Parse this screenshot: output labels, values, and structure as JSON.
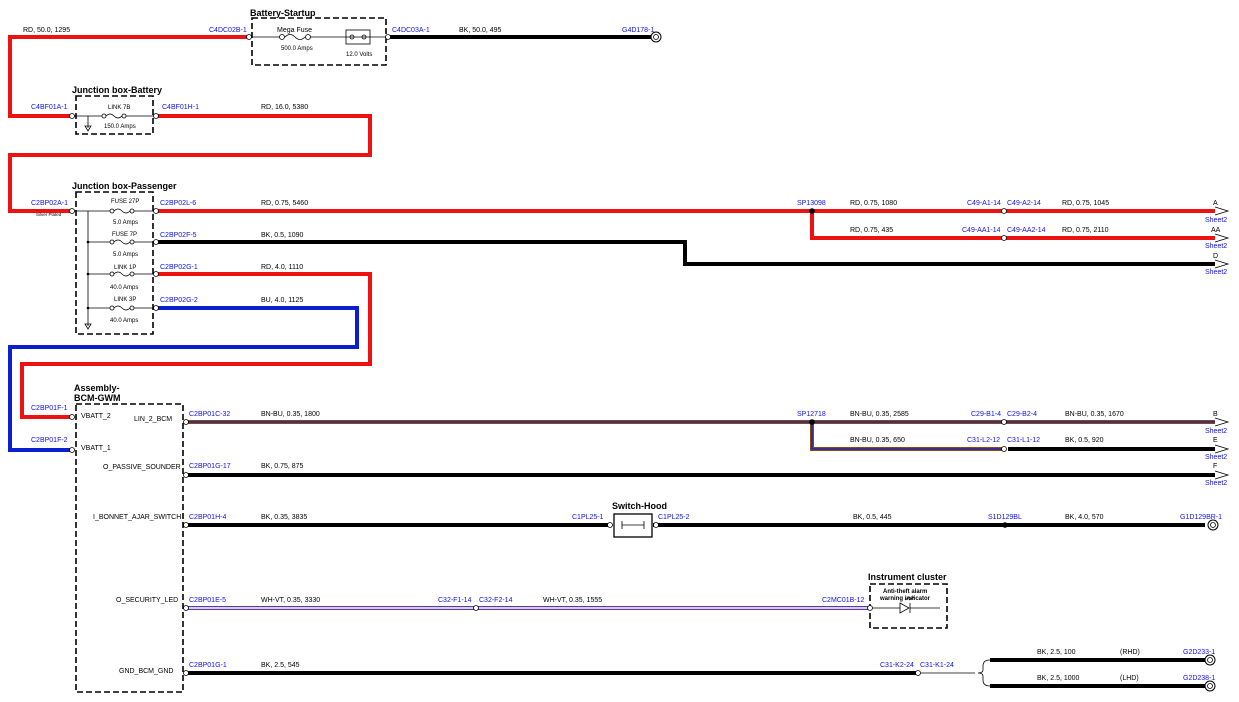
{
  "components": {
    "battery_startup": "Battery-Startup",
    "mega_fuse": "Mega Fuse",
    "mega_fuse_rating": "500.0 Amps",
    "battery_voltage": "12.0 Volts",
    "jb_battery": "Junction box-Battery",
    "link_7b": "LINK 7B",
    "link_7b_rating": "150.0 Amps",
    "jb_passenger": "Junction box-Passenger",
    "fuse_27p": "FUSE 27P",
    "fuse_27p_rating": "5.0 Amps",
    "fuse_7p": "FUSE 7P",
    "fuse_7p_rating": "5.0 Amps",
    "link_1p": "LINK 1P",
    "link_1p_rating": "40.0 Amps",
    "link_3p": "LINK 3P",
    "link_3p_rating": "40.0 Amps",
    "silver_plated": "Silver Plated",
    "bcm_line1": "Assembly-",
    "bcm_line2": "BCM-GWM",
    "switch_hood": "Switch-Hood",
    "instrument_cluster": "Instrument cluster",
    "anti_theft_1": "Anti-theft alarm",
    "anti_theft_2": "warning indicator",
    "sheet": "Sheet2"
  },
  "pins": {
    "vbatt2": "VBATT_2",
    "vbatt1": "VBATT_1",
    "lin2": "LIN_2_BCM",
    "passive": "O_PASSIVE_SOUNDER",
    "bonnet": "I_BONNET_AJAR_SWITCH",
    "security": "O_SECURITY_LED",
    "gnd": "GND_BCM_GND"
  },
  "connectors": {
    "c4dc02b": "C4DC02B-1",
    "c4dc03a": "C4DC03A-1",
    "g4d178": "G4D178-1",
    "c4bf01a": "C4BF01A-1",
    "c4bf01h": "C4BF01H-1",
    "c2bp02a": "C2BP02A-1",
    "c2bp02l": "C2BP02L-6",
    "c2bp02f": "C2BP02F-5",
    "c2bp02g1": "C2BP02G-1",
    "c2bp02g2": "C2BP02G-2",
    "sp13098": "SP13098",
    "c49a1": "C49-A1-14",
    "c49a2": "C49-A2-14",
    "c49aa1": "C49-AA1-14",
    "c49aa2": "C49-AA2-14",
    "c2bp01f1": "C2BP01F-1",
    "c2bp01f2": "C2BP01F-2",
    "c2bp01c": "C2BP01C-32",
    "sp12718": "SP12718",
    "c29b1": "C29-B1-4",
    "c29b2": "C29-B2-4",
    "c31l2": "C31-L2-12",
    "c31l1": "C31-L1-12",
    "c2bp01g17": "C2BP01G-17",
    "c2bp01h": "C2BP01H-4",
    "c1pl25_1": "C1PL25-1",
    "c1pl25_2": "C1PL25-2",
    "s1d129bl": "S1D129BL",
    "g1d129br": "G1D129BR-1",
    "c2bp01e": "C2BP01E-5",
    "c32f1": "C32-F1-14",
    "c32f2": "C32-F2-14",
    "c2mc01b": "C2MC01B-12",
    "c2bp01g1": "C2BP01G-1",
    "c31k2": "C31-K2-24",
    "c31k1": "C31-K1-24",
    "g2d233": "G2D233-1",
    "g2d238": "G2D238-1"
  },
  "wires": {
    "w1": "RD, 50.0, 1295",
    "w2": "BK, 50.0, 495",
    "w3": "RD, 16.0, 5380",
    "w4": "RD, 0.75, 5460",
    "w5": "RD, 0.75, 1080",
    "w6": "RD, 0.75, 1045",
    "w7": "RD, 0.75, 435",
    "w8": "RD, 0.75, 2110",
    "w9": "BK, 0.5, 1090",
    "w10": "RD, 4.0, 1110",
    "w11": "BU, 4.0, 1125",
    "w12": "BN-BU, 0.35, 1800",
    "w13": "BN-BU, 0.35, 2585",
    "w14": "BN-BU, 0.35, 1670",
    "w15": "BN-BU, 0.35, 650",
    "w16": "BK, 0.5, 920",
    "w17": "BK, 0.75, 875",
    "w18": "BK, 0.35, 3835",
    "w19": "BK, 0.5, 445",
    "w20": "BK, 4.0, 570",
    "w21": "WH-VT, 0.35, 3330",
    "w22": "WH-VT, 0.35, 1555",
    "w23": "BK, 2.5, 545",
    "w24": "BK, 2.5, 100",
    "w25": "BK, 2.5, 1000"
  },
  "destinations": {
    "a": "A",
    "aa": "AA",
    "d": "D",
    "b": "B",
    "e": "E",
    "f": "F",
    "rhd": "(RHD)",
    "lhd": "(LHD)"
  },
  "colors": {
    "red": "#ee1111",
    "black": "#000000",
    "blue": "#0a1fd0",
    "brown": "#8b4a0b",
    "violet": "#5a3aa8",
    "connector_blue": "#1010ee"
  }
}
